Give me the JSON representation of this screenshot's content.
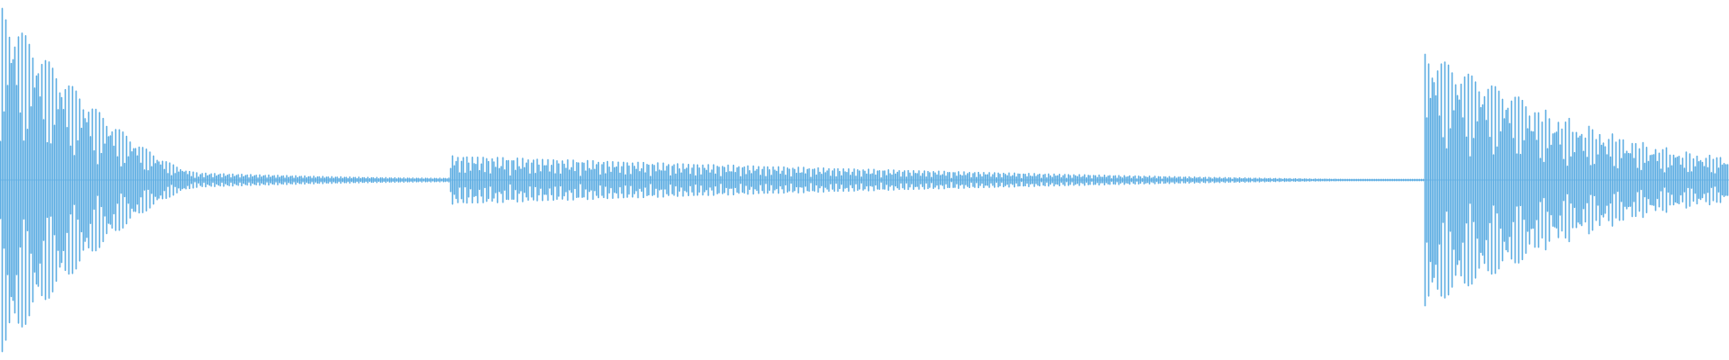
{
  "waveform": {
    "color": "#5DADE2",
    "background": "#FFFFFF",
    "segments": [
      {
        "name": "initial-decaying-burst",
        "start_fraction": 0.0,
        "end_fraction": 0.115,
        "peak_amplitude": 1.0,
        "end_amplitude": 0.04,
        "oscillation_period_fraction": 0.0045
      },
      {
        "name": "low-level-tail",
        "start_fraction": 0.115,
        "end_fraction": 0.26,
        "peak_amplitude": 0.04,
        "end_amplitude": 0.01,
        "oscillation_period_fraction": 0.0052
      },
      {
        "name": "middle-pulse-train",
        "start_fraction": 0.26,
        "end_fraction": 0.82,
        "peak_amplitude": 0.15,
        "end_amplitude": 0.0,
        "oscillation_period_fraction": 0.0058
      },
      {
        "name": "final-burst",
        "start_fraction": 0.823,
        "end_fraction": 1.0,
        "peak_amplitude": 0.74,
        "end_amplitude": 0.14,
        "oscillation_period_fraction": 0.0045
      }
    ]
  }
}
